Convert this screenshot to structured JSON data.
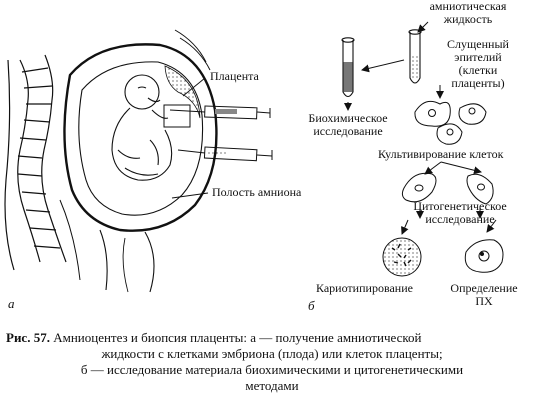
{
  "panel_a": {
    "letter": "а",
    "labels": {
      "placenta": "Плацента",
      "amnion_cavity": "Полость амниона"
    }
  },
  "panel_b": {
    "letter": "б",
    "labels": {
      "amniotic_fluid": [
        "амниотическая",
        "жидкость"
      ],
      "epithelium": [
        "Слущенный",
        "эпителий",
        "(клетки",
        "плаценты)"
      ],
      "biochemical": [
        "Биохимическое",
        "исследование"
      ],
      "cultivation": "Культивирование клеток",
      "cytogenetic": [
        "Цитогенетическое",
        "исследование"
      ],
      "karyotyping": "Кариотипирование",
      "sex_chromatin": [
        "Определение",
        "ПХ"
      ]
    }
  },
  "caption": {
    "number": "Рис. 57.",
    "line1": "Амниоцентез и биопсия плаценты: а — получение амниотической",
    "line2": "жидкости с клетками эмбриона (плода) или клеток плаценты;",
    "line3": "б — исследование материала биохимическими и цитогенетическими",
    "line4": "методами"
  }
}
